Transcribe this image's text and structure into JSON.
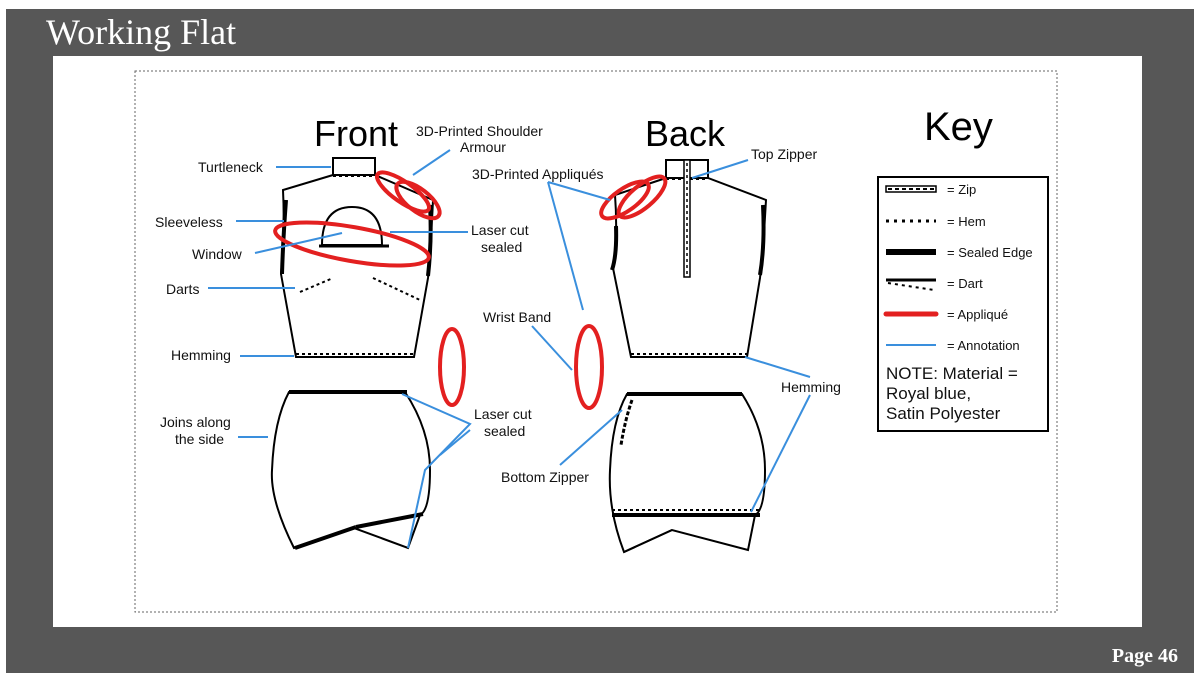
{
  "slide": {
    "title": "Working Flat",
    "page_label": "Page 46"
  },
  "views": {
    "front_heading": "Front",
    "back_heading": "Back",
    "key_heading": "Key"
  },
  "labels": {
    "turtleneck": "Turtleneck",
    "shoulder_armour_line1": "3D-Printed Shoulder",
    "shoulder_armour_line2": "Armour",
    "sleeveless": "Sleeveless",
    "window": "Window",
    "laser_cut_top_line1": "Laser cut",
    "laser_cut_top_line2": "sealed",
    "darts": "Darts",
    "hemming_front": "Hemming",
    "joins_line1": "Joins along",
    "joins_line2": "the side",
    "laser_cut_bottom_line1": "Laser cut",
    "laser_cut_bottom_line2": "sealed",
    "appliques": "3D-Printed Appliqués",
    "top_zipper": "Top Zipper",
    "wrist_band": "Wrist Band",
    "hemming_back": "Hemming",
    "bottom_zipper": "Bottom Zipper"
  },
  "key": {
    "items": [
      {
        "symbol": "zip",
        "label": "= Zip"
      },
      {
        "symbol": "hem",
        "label": "= Hem"
      },
      {
        "symbol": "sealed-edge",
        "label": "= Sealed Edge"
      },
      {
        "symbol": "dart",
        "label": "= Dart"
      },
      {
        "symbol": "applique",
        "label": "= Appliqué"
      },
      {
        "symbol": "annotation",
        "label": "= Annotation"
      }
    ],
    "note_line1": "NOTE: Material =",
    "note_line2": "Royal blue,",
    "note_line3": "Satin Polyester"
  },
  "colors": {
    "frame": "#575757",
    "applique": "#e32020",
    "annotation": "#3a8fdd"
  }
}
